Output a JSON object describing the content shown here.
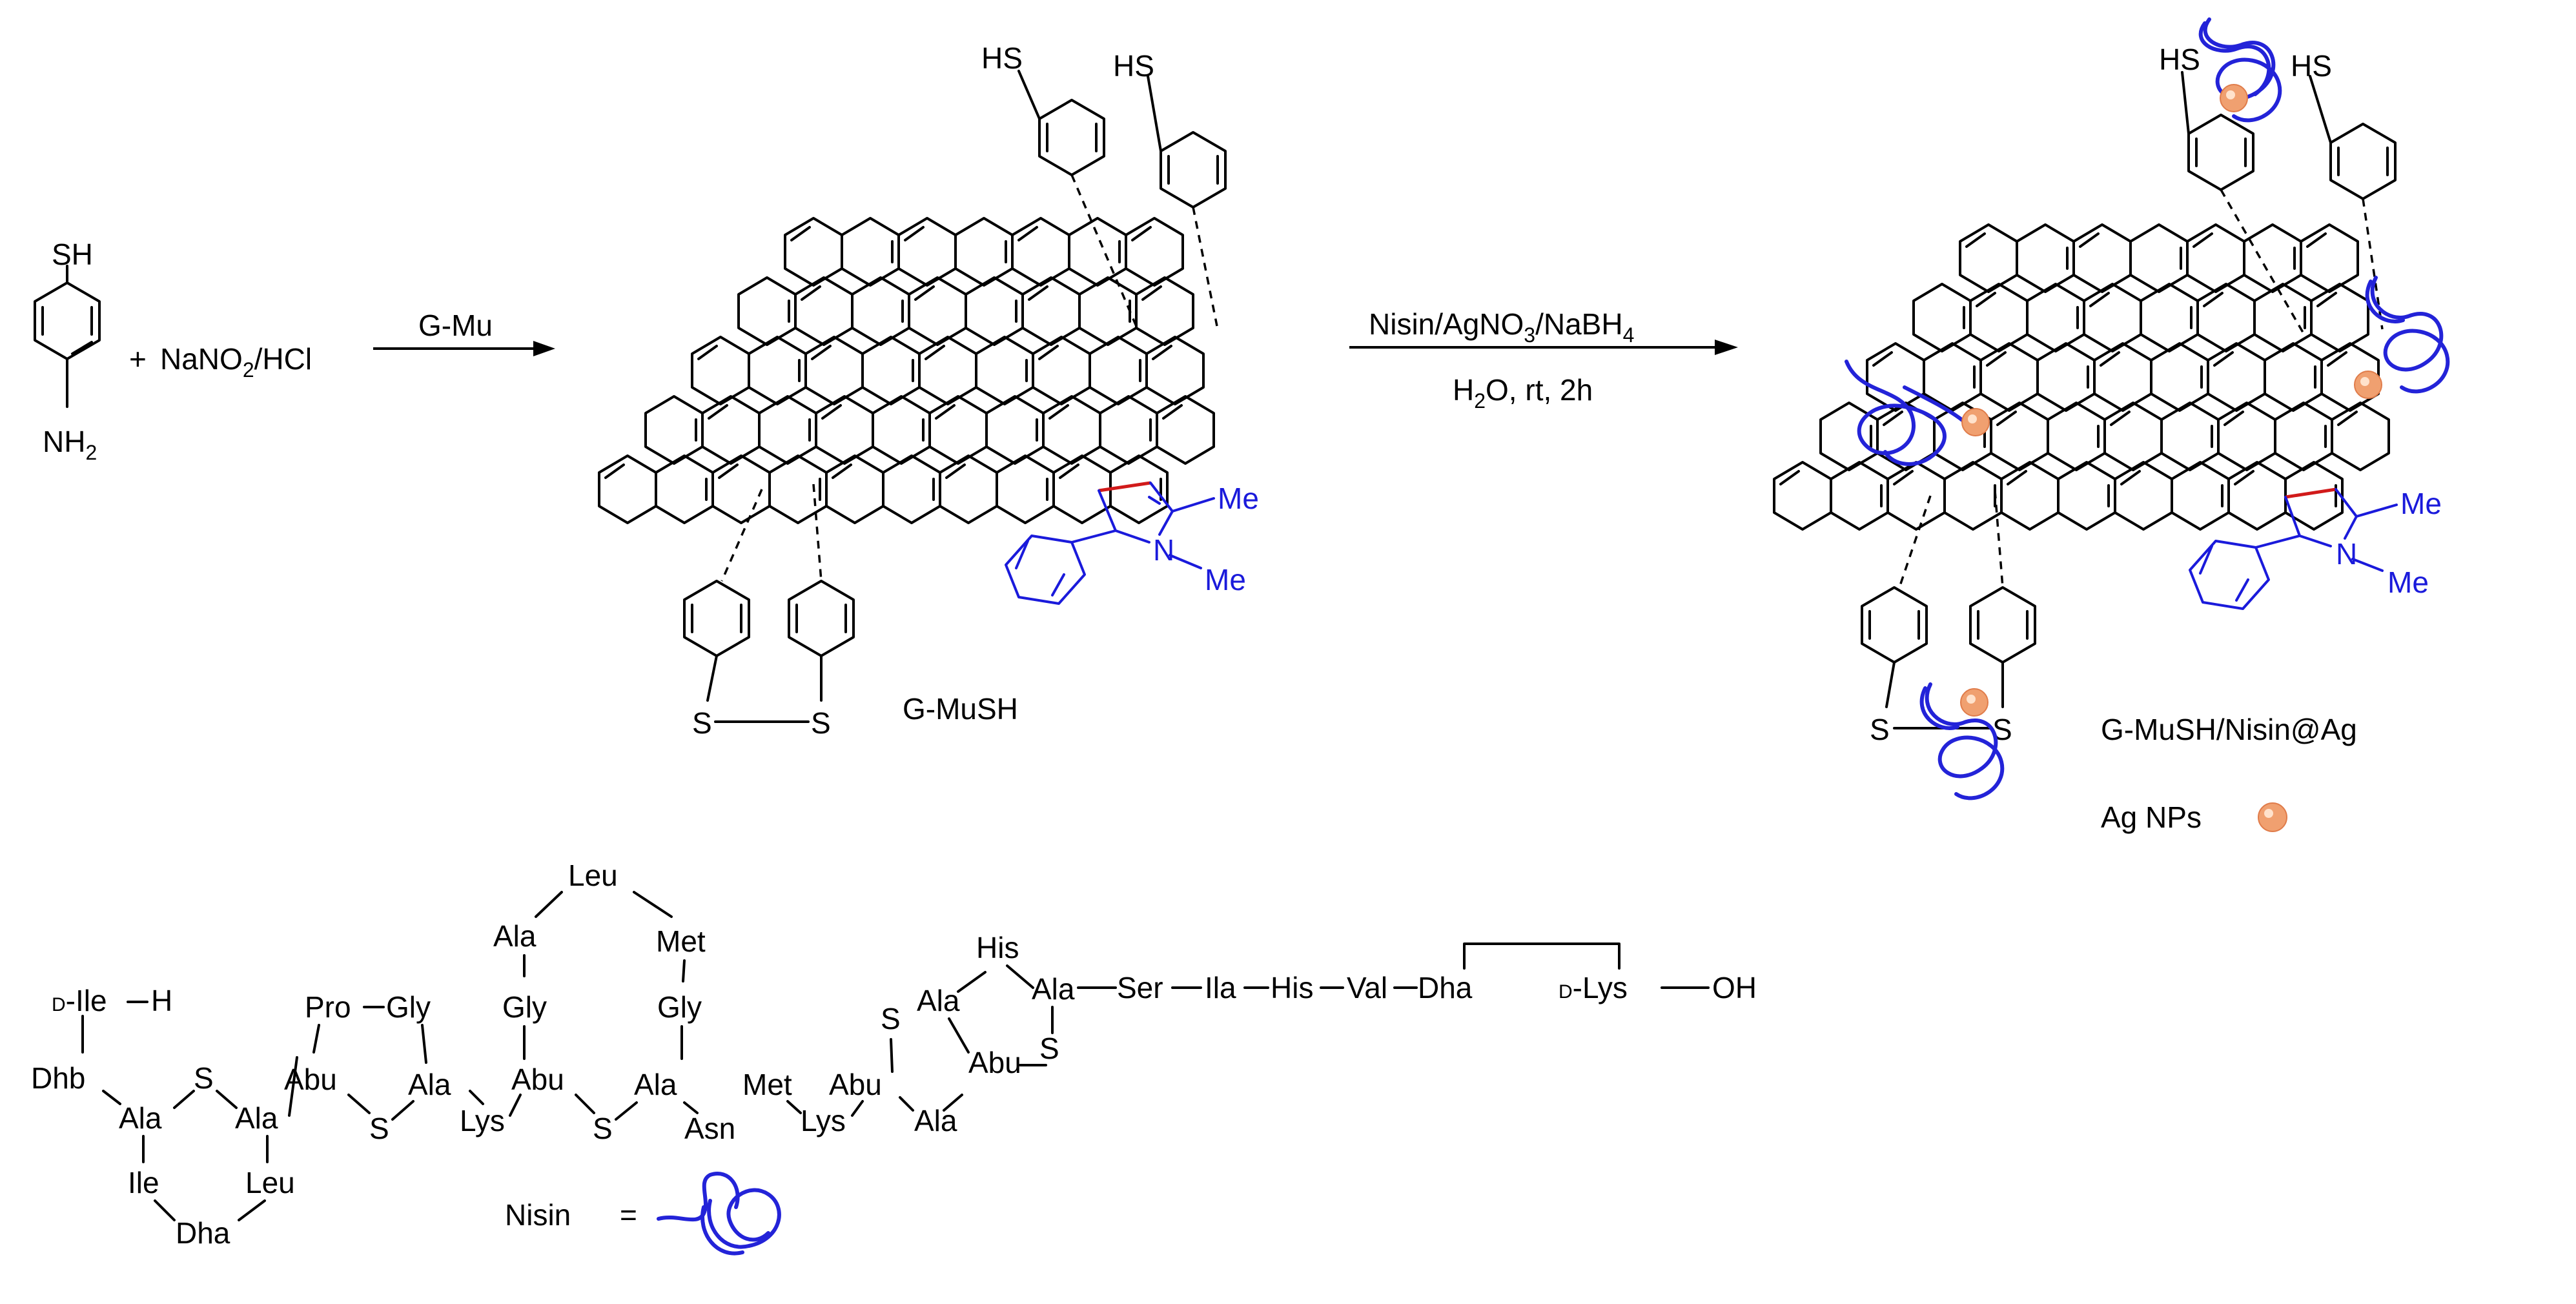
{
  "colors": {
    "ink": "#000000",
    "pyrrole": "#1a1adb",
    "pyrrole_bond": "#d11a1a",
    "nisin_coil": "#2323d8",
    "ag_np": "#f0a070"
  },
  "reactant": {
    "thiol": "SH",
    "amine": "NH",
    "amine_sub": "2",
    "plus": "+",
    "reagent_main": "NaNO",
    "reagent_sub": "2",
    "reagent_tail": "/HCl"
  },
  "step1": {
    "label": "G-Mu"
  },
  "intermediate": {
    "name": "G-MuSH",
    "thiol_a": "HS",
    "thiol_b": "HS",
    "s_left": "S",
    "s_right": "S",
    "me_top": "Me",
    "me_bottom": "Me",
    "n": "N"
  },
  "step2": {
    "reagents": [
      "Nisin/AgNO",
      "3",
      "/NaBH",
      "4"
    ],
    "conditions": [
      "H",
      "2",
      "O, rt, 2h"
    ]
  },
  "product": {
    "name": "G-MuSH/Nisin@Ag",
    "thiol_a": "HS",
    "thiol_b": "HS",
    "s_left": "S",
    "s_right": "S",
    "me_top": "Me",
    "me_bottom": "Me",
    "n": "N",
    "legend_label": "Ag NPs",
    "legend_icon": "ag-nanoparticle-icon"
  },
  "nisin": {
    "legend_label": "Nisin",
    "equals": "=",
    "legend_icon": "nisin-coil-icon",
    "residues": {
      "d_ile": "D-Ile",
      "h": "H",
      "dhb": "Dhb",
      "ala1": "Ala",
      "s1": "S",
      "ala2": "Ala",
      "ile": "Ile",
      "dha1": "Dha",
      "leu1": "Leu",
      "pro": "Pro",
      "gly1": "Gly",
      "abu1": "Abu",
      "s2": "S",
      "ala3": "Ala",
      "lys1": "Lys",
      "abu2": "Abu",
      "gly2": "Gly",
      "ala4": "Ala",
      "leu2": "Leu",
      "met1": "Met",
      "gly3": "Gly",
      "s3": "S",
      "ala5": "Ala",
      "asn": "Asn",
      "met2": "Met",
      "lys2": "Lys",
      "abu3": "Abu",
      "s4": "S",
      "ala6": "Ala",
      "his1": "His",
      "ala7": "Ala",
      "abu4": "Abu",
      "s5": "S",
      "ala8": "Ala",
      "ser": "Ser",
      "ila": "Ila",
      "his2": "His",
      "val": "Val",
      "dha2": "Dha",
      "d_lys": "D-Lys",
      "oh": "OH"
    }
  }
}
